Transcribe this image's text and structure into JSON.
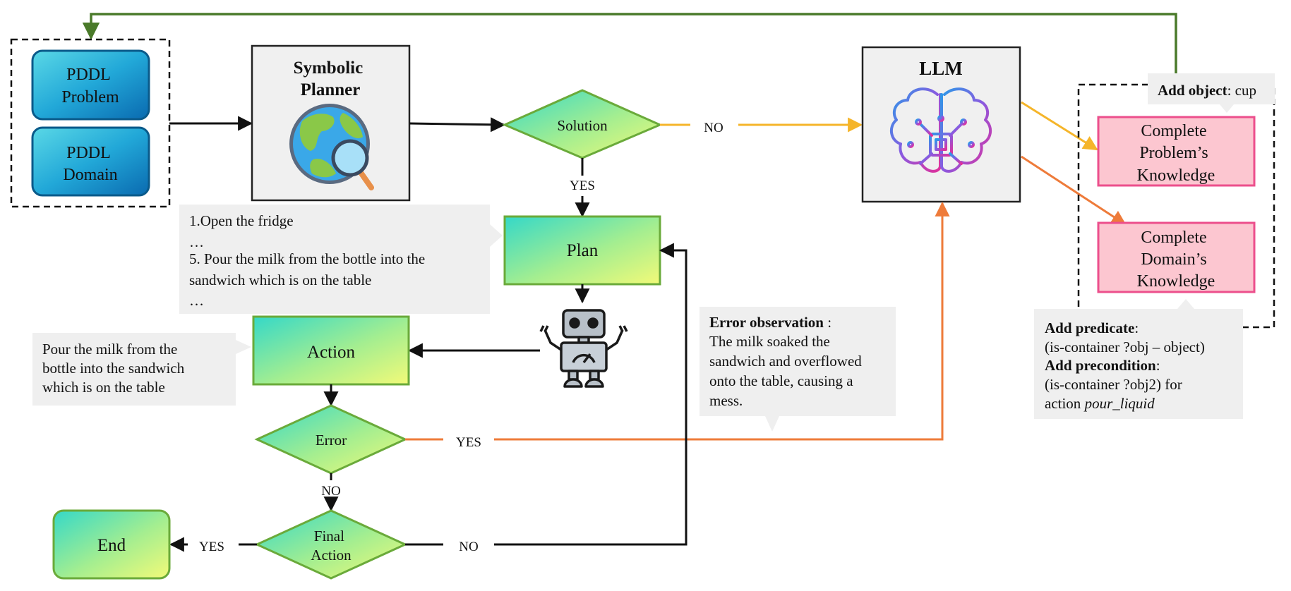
{
  "inputs": {
    "pddl_problem": [
      "PDDL",
      "Problem"
    ],
    "pddl_domain": [
      "PDDL",
      "Domain"
    ]
  },
  "planner": {
    "title": [
      "Symbolic",
      "Planner"
    ],
    "icon": "globe-search-icon"
  },
  "solution": {
    "label": "Solution",
    "no_label": "NO",
    "yes_label": "YES"
  },
  "llm": {
    "title": "LLM",
    "icon": "brain-chip-icon"
  },
  "plan": {
    "label": "Plan"
  },
  "plan_callout": {
    "lines": [
      "1.Open the fridge",
      "…",
      "5. Pour the milk from the bottle into the",
      "sandwich which is on the table",
      "…"
    ]
  },
  "robot": {
    "icon": "robot-icon"
  },
  "action": {
    "label": "Action"
  },
  "action_callout": {
    "lines": [
      "Pour the milk from the",
      "bottle into the sandwich",
      "which is on the table"
    ]
  },
  "error": {
    "label": "Error",
    "yes_label": "YES",
    "no_label": "NO"
  },
  "error_callout": {
    "title": "Error observation",
    "title_suffix": " :",
    "lines": [
      "The milk soaked the",
      "sandwich and overflowed",
      "onto the table, causing a",
      "mess."
    ]
  },
  "final_action": {
    "label": [
      "Final",
      "Action"
    ],
    "yes_label": "YES",
    "no_label": "NO"
  },
  "end": {
    "label": "End"
  },
  "knowledge": {
    "problem": [
      "Complete",
      "Problem’s",
      "Knowledge"
    ],
    "domain": [
      "Complete",
      "Domain’s",
      "Knowledge"
    ]
  },
  "object_callout": {
    "bold": "Add object",
    "rest": ": cup"
  },
  "predicate_callout": {
    "predicate_bold": "Add predicate",
    "predicate_rest": ":",
    "predicate_value": "(is-container ?obj – object)",
    "precondition_bold": "Add precondition",
    "precondition_rest": ":",
    "precondition_value": "(is-container ?obj2) for",
    "action_prefix": "action ",
    "action_name": "pour_liquid"
  },
  "colors": {
    "green_arrow": "#4a7a2a",
    "orange_arrow": "#ee7b3a",
    "yellow_arrow": "#f5b52a",
    "node_border": "#6aaa3a",
    "pink_fill": "#fcc6d0",
    "pink_border": "#ec4f8c",
    "blue_border": "#0a5a8a"
  }
}
